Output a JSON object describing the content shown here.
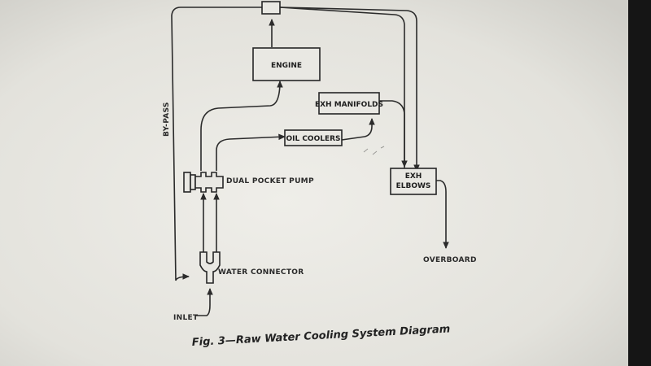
{
  "diagram": {
    "components": {
      "engine": "ENGINE",
      "exh_manifolds": "EXH MANIFOLDS",
      "oil_coolers": "OIL COOLERS",
      "exh_elbows_line1": "EXH",
      "exh_elbows_line2": "ELBOWS"
    },
    "callouts": {
      "bypass": "BY-PASS",
      "dual_pocket_pump": "DUAL POCKET PUMP",
      "water_connector": "WATER CONNECTOR",
      "overboard": "OVERBOARD",
      "inlet": "INLET"
    },
    "caption": "Fig. 3—Raw Water Cooling System Diagram"
  },
  "colors": {
    "paper": "#e9e8e3",
    "ink": "#2b2b2b",
    "monitor_bezel": "#1a1a1a"
  }
}
